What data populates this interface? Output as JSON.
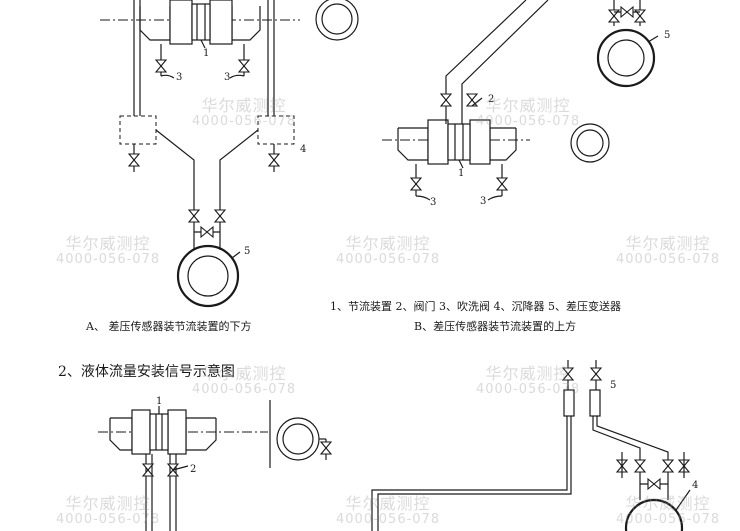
{
  "legend": "1、节流装置 2、阀门 3、吹洗阀 4、沉降器 5、差压变送器",
  "caption_a": "A、 差压传感器装节流装置的下方",
  "caption_b": "B、差压传感器装节流装置的上方",
  "section_title": "2、液体流量安装信号示意图",
  "watermark": {
    "brand": "华尔威测控",
    "phone": "4000-056-078"
  },
  "labels": {
    "n1": "1",
    "n2": "2",
    "n3": "3",
    "n4": "4",
    "n5": "5"
  }
}
